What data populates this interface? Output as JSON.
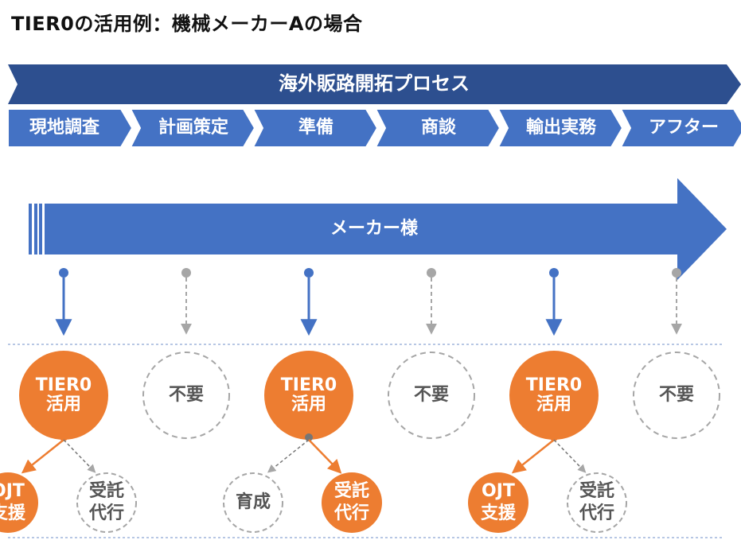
{
  "title": "TIER0の活用例：機械メーカーAの場合",
  "process_banner": {
    "label": "海外販路開拓プロセス"
  },
  "stages": [
    {
      "label": "現地調査"
    },
    {
      "label": "計画策定"
    },
    {
      "label": "準備"
    },
    {
      "label": "商談"
    },
    {
      "label": "輸出実務"
    },
    {
      "label": "アフター"
    }
  ],
  "maker_arrow": {
    "label": "メーカー様"
  },
  "tier_nodes": [
    {
      "lines": [
        "TIER0",
        "活用"
      ],
      "active": true
    },
    {
      "lines": [
        "不要"
      ],
      "active": false
    },
    {
      "lines": [
        "TIER0",
        "活用"
      ],
      "active": true
    },
    {
      "lines": [
        "不要"
      ],
      "active": false
    },
    {
      "lines": [
        "TIER0",
        "活用"
      ],
      "active": true
    },
    {
      "lines": [
        "不要"
      ],
      "active": false
    }
  ],
  "sub_nodes": [
    {
      "stage": 0,
      "side": "left",
      "lines": [
        "OJT",
        "支援"
      ],
      "active": true
    },
    {
      "stage": 0,
      "side": "right",
      "lines": [
        "受託",
        "代行"
      ],
      "active": false
    },
    {
      "stage": 2,
      "side": "left",
      "lines": [
        "育成"
      ],
      "active": false
    },
    {
      "stage": 2,
      "side": "right",
      "lines": [
        "受託",
        "代行"
      ],
      "active": true
    },
    {
      "stage": 4,
      "side": "left",
      "lines": [
        "OJT",
        "支援"
      ],
      "active": true
    },
    {
      "stage": 4,
      "side": "right",
      "lines": [
        "受託",
        "代行"
      ],
      "active": false
    }
  ],
  "colors": {
    "banner_blue": "#2d4f8f",
    "stage_blue": "#4472c4",
    "orange": "#ed7d31",
    "gray": "#a6a6a6",
    "dark_gray": "#767676",
    "divider": "#6f8fc8",
    "text_dark": "#111111",
    "text_gray": "#555555",
    "white": "#ffffff"
  }
}
